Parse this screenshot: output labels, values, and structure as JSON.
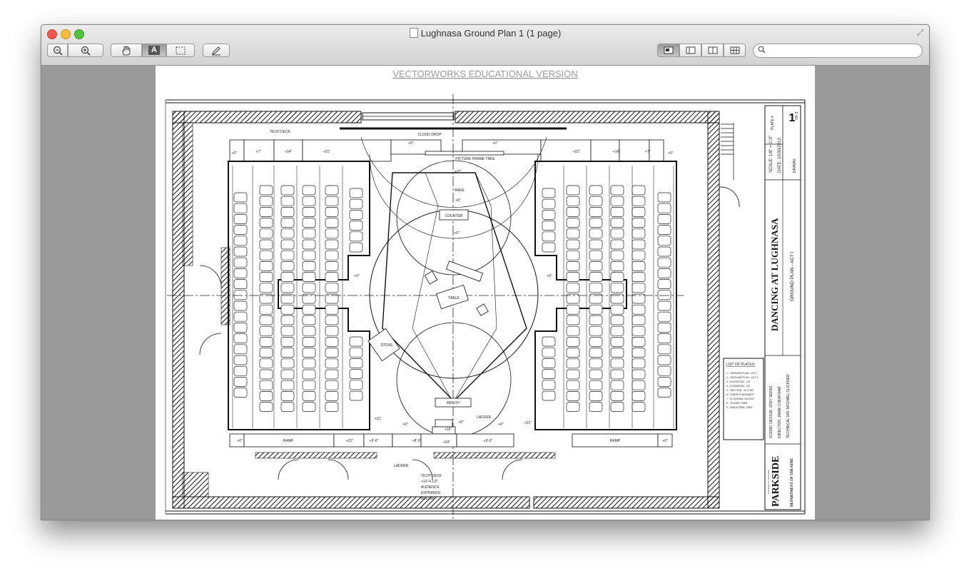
{
  "window": {
    "title": "Lughnasa Ground Plan 1 (1 page)"
  },
  "toolbar": {
    "zoom_out_icon": "magnifier-minus-icon",
    "zoom_in_icon": "magnifier-plus-icon",
    "hand_icon": "hand-icon",
    "text_select_label": "A",
    "marquee_icon": "marquee-icon",
    "annotate_icon": "pencil-icon",
    "view_icons": [
      "single-page-icon",
      "sidebar-icon",
      "two-page-icon",
      "grid-icon"
    ],
    "search_placeholder": ""
  },
  "document": {
    "watermark": "VECTORWORKS EDUCATIONAL VERSION",
    "labels": {
      "tech_deck": "TECH DECK",
      "cloud_drop": "CLOUD DROP",
      "picture_frame_tree": "PICTURE FRAME TREE",
      "rake": "RAKE",
      "counter": "COUNTER",
      "table": "TABLE",
      "stove": "STOVE",
      "bench": "BENCH",
      "ladder_top": "LADDER",
      "ladder_bottom": "LADDER",
      "ramp_left": "RAMP",
      "ramp_right": "RAMP",
      "tech_deck_note": [
        "TECH DECK",
        "+13'-4 1/2\"",
        "AUDIENCE",
        "ENTRANCE",
        "BELOW"
      ]
    },
    "elevations": {
      "top_row": [
        "+0\"",
        "+7\"",
        "+14\"",
        "+21\"",
        "+0\"",
        "+0\"",
        "+21\"",
        "+14\"",
        "+7\"",
        "+0\""
      ],
      "stage_top": "+21\"",
      "stage_mid": "+8\"",
      "stage_center": "+0\"",
      "left_mid": "+0\"",
      "right_mid": "+0\"",
      "bottom_left_21": "+21\"",
      "bottom_left_0": "+0\"",
      "bottom_right_0": "+0\"",
      "bottom_right_21": "+21\"",
      "bottom_row": [
        "+0\"",
        "+21\"",
        "+9'-6\"",
        "+8'-0\"",
        "+16\"",
        "+8\"",
        "+24\"",
        "+9'-6\"",
        "+0\""
      ]
    },
    "title_block": {
      "plate_label": "PLATE #",
      "plate_number": "1",
      "plate_of": "OF 9",
      "scale": "SCALE: 1/8\" = 1'-0\"",
      "date": "DATE: 10/30/2012",
      "drawn": "DRAWN:",
      "show_title": "DANCING AT LUGHNASA",
      "plate_title": "GROUND PLAN - ACT I",
      "scenic_design": "SCENIC DESIGN: JODY SEKAS",
      "director": "DIRECTOR: JAMIE CHEATHAM",
      "technical_dir": "TECHNICAL DIR: MICHAEL CLICKNER",
      "institution": "PARKSIDE",
      "institution_sub": "University of Wisconsin",
      "department": "DEPARTMENT OF THEATRE",
      "plates_heading": "LIST OF PLATES:",
      "plates": [
        "1 - GROUND PLAN - ACT I",
        "2 - GROUND PLAN - ACT II",
        "3 - ELEVATION - US",
        "4 - ELEVATION - DS",
        "5 - SECTION - SL & SR",
        "6 - RISER PLACEMENT",
        "7 - FLOORING LAYOUT",
        "8 - TIGGER TREE",
        "9 - INDUSTRIAL TREE"
      ]
    }
  }
}
